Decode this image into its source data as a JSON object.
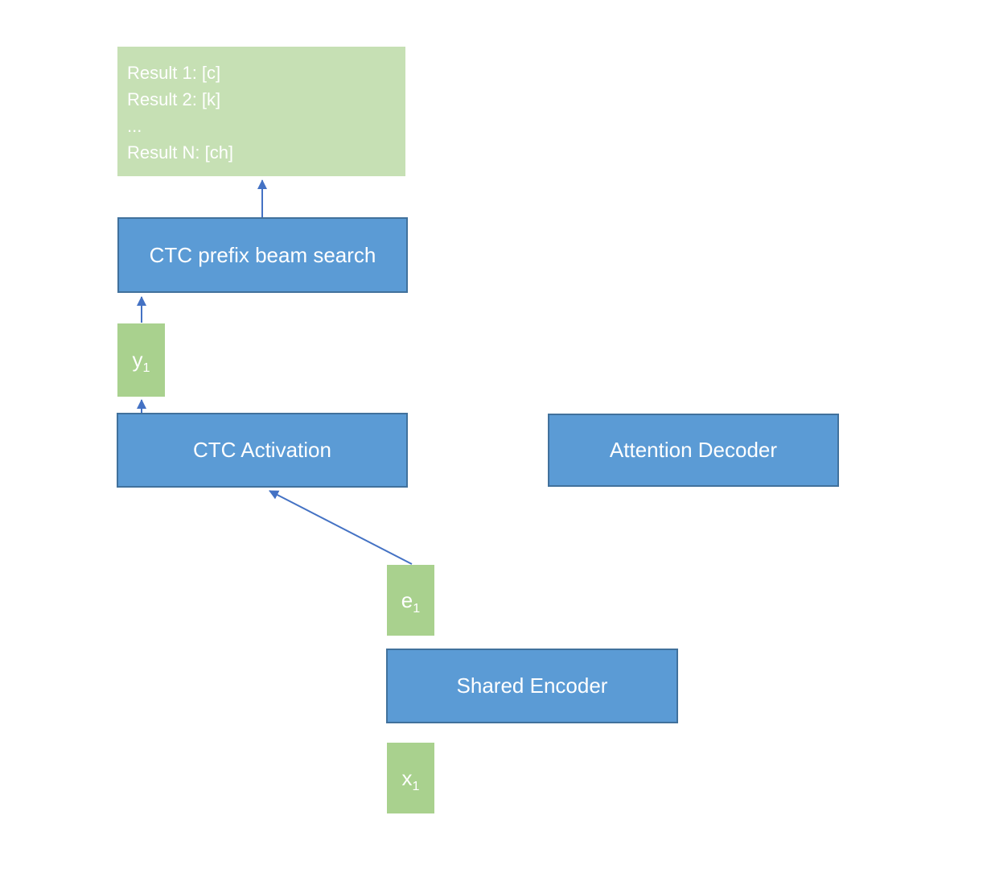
{
  "diagram": {
    "results_box": {
      "lines": [
        "Result 1: [c]",
        "Result 2: [k]",
        "...",
        "Result N: [ch]"
      ]
    },
    "nodes": {
      "ctc_prefix_beam_search": {
        "label": "CTC prefix beam search"
      },
      "ctc_activation": {
        "label": "CTC Activation"
      },
      "attention_decoder": {
        "label": "Attention Decoder"
      },
      "shared_encoder": {
        "label": "Shared Encoder"
      },
      "y1": {
        "base": "y",
        "sub": "1"
      },
      "e1": {
        "base": "e",
        "sub": "1"
      },
      "x1": {
        "base": "x",
        "sub": "1"
      }
    },
    "arrows": [
      {
        "name": "ctc-prefix-to-results",
        "from": "ctc_prefix_beam_search",
        "to": "results_box"
      },
      {
        "name": "y1-to-ctc-prefix",
        "from": "y1",
        "to": "ctc_prefix_beam_search"
      },
      {
        "name": "ctc-activation-to-y1",
        "from": "ctc_activation",
        "to": "y1"
      },
      {
        "name": "e1-to-ctc-activation",
        "from": "e1",
        "to": "ctc_activation"
      }
    ],
    "colors": {
      "blue_fill": "#5B9BD5",
      "blue_border": "#41719C",
      "green_light": "#C6E0B4",
      "green_mid": "#A9D18E",
      "arrow": "#4472C4",
      "text": "#FFFFFF"
    }
  }
}
